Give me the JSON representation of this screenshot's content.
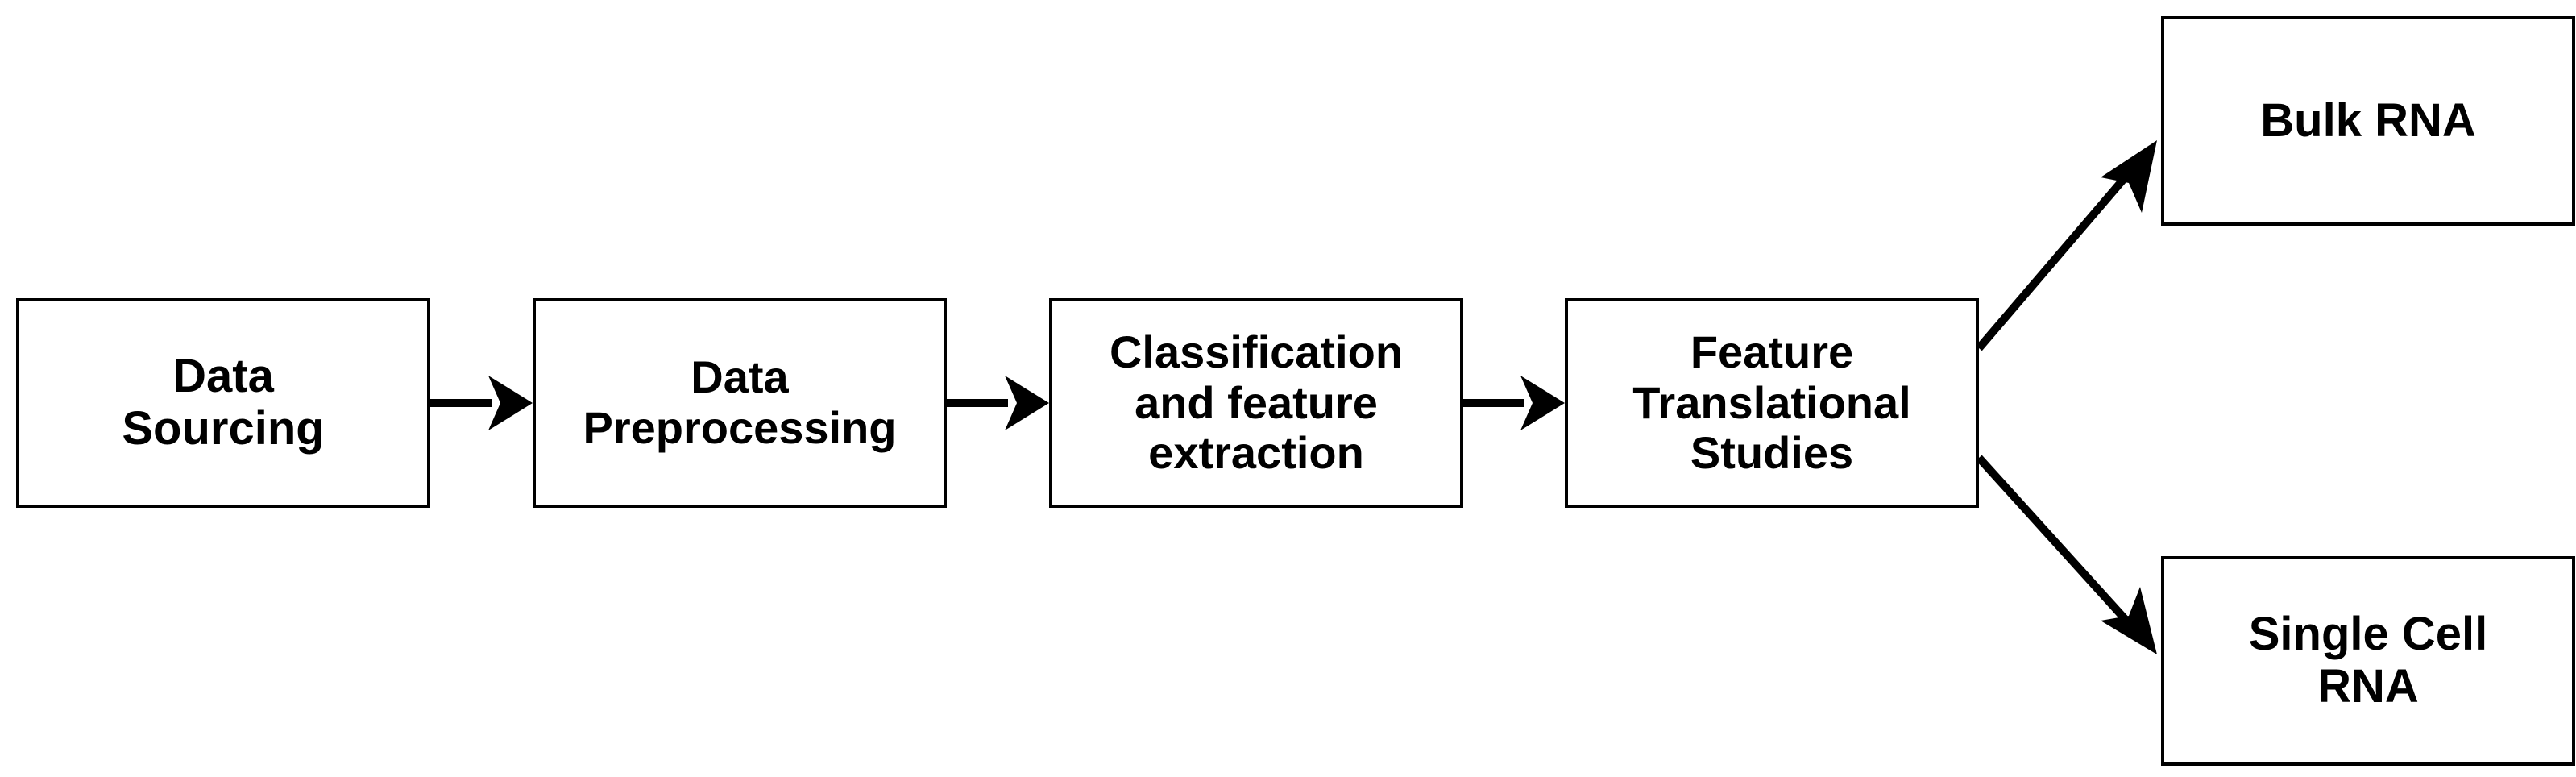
{
  "diagram": {
    "nodes": {
      "data_sourcing": {
        "line1": "Data",
        "line2": "Sourcing"
      },
      "data_preprocessing": {
        "line1": "Data",
        "line2": "Preprocessing"
      },
      "classification": {
        "line1": "Classification",
        "line2": "and feature",
        "line3": "extraction"
      },
      "feature_translational": {
        "line1": "Feature",
        "line2": "Translational",
        "line3": "Studies"
      },
      "bulk_rna": {
        "line1": "Bulk RNA"
      },
      "single_cell_rna": {
        "line1": "Single Cell",
        "line2": "RNA"
      }
    },
    "edges": [
      {
        "from": "Data Sourcing",
        "to": "Data Preprocessing"
      },
      {
        "from": "Data Preprocessing",
        "to": "Classification and feature extraction"
      },
      {
        "from": "Classification and feature extraction",
        "to": "Feature Translational Studies"
      },
      {
        "from": "Feature Translational Studies",
        "to": "Bulk RNA"
      },
      {
        "from": "Feature Translational Studies",
        "to": "Single Cell RNA"
      }
    ],
    "colors": {
      "stroke": "#000000",
      "fill": "#ffffff",
      "text": "#000000"
    }
  }
}
